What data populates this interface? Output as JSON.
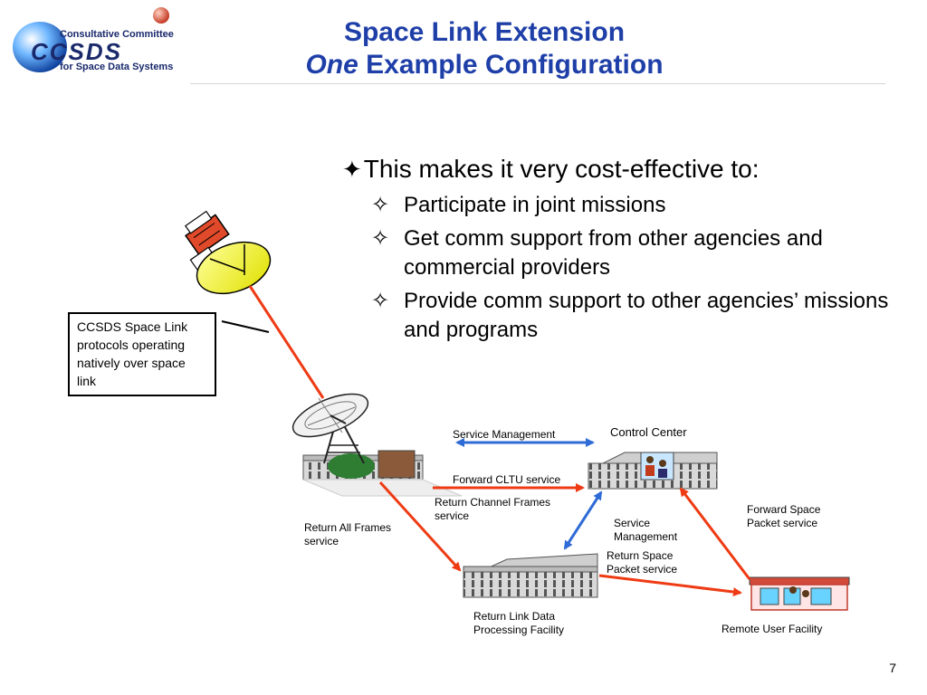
{
  "header": {
    "logo": {
      "line1": "Consultative Committee",
      "word": "CCSDS",
      "line2": "for Space Data Systems"
    },
    "title_line1": "Space Link Extension",
    "title_line2_italic": "One",
    "title_line2_rest": " Example Configuration"
  },
  "bullets": {
    "main": "This makes it very cost-effective to:",
    "sub": [
      "Participate in joint missions",
      "Get comm support from other agencies and commercial providers",
      "Provide comm support to other agencies’ missions and programs"
    ]
  },
  "callout": "CCSDS Space Link protocols operating natively over space link",
  "diagram_labels": {
    "service_management_top": "Service Management",
    "control_center": "Control Center",
    "forward_cltu": "Forward CLTU service",
    "return_channel_frames": "Return Channel Frames service",
    "return_all_frames": "Return All Frames service",
    "service_management_mid": "Service Management",
    "forward_space_packet": "Forward Space Packet service",
    "return_space_packet": "Return Space Packet service",
    "return_link_facility": "Return Link Data Processing Facility",
    "remote_user_facility": "Remote User Facility"
  },
  "colors": {
    "title_blue": "#1f3fa8",
    "red_arrow": "#ee3b14",
    "blue_arrow": "#2f6bd6"
  },
  "page_number": "7"
}
